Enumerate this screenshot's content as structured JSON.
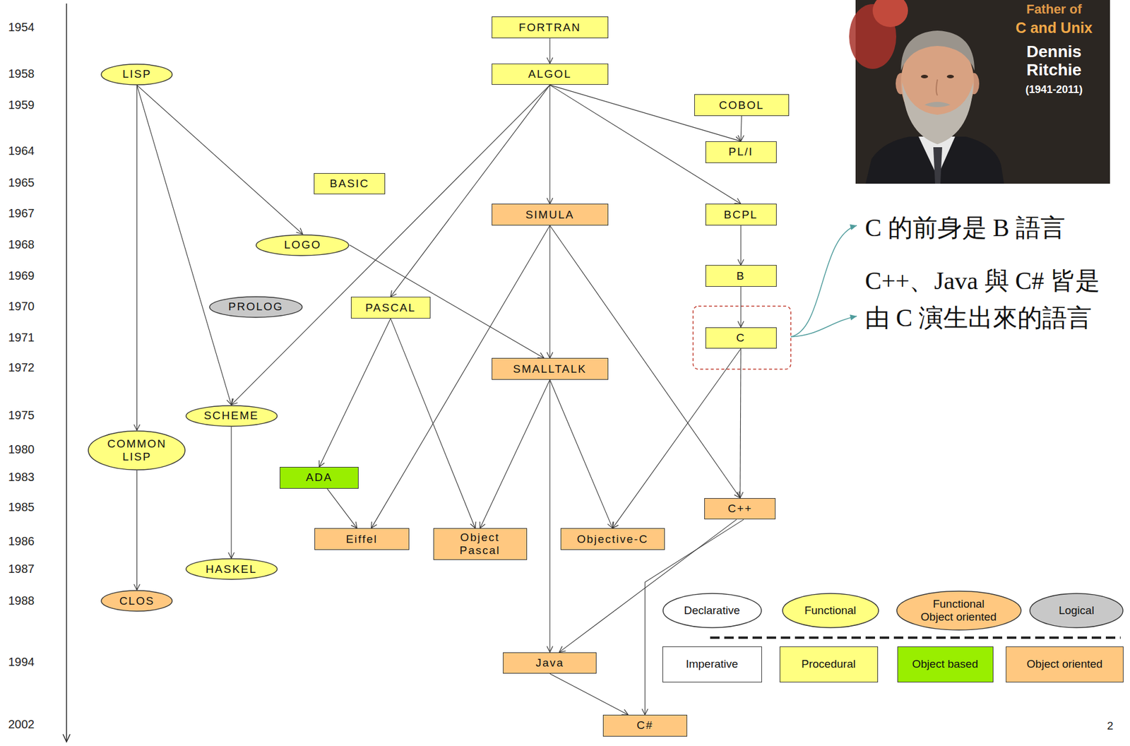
{
  "diagram": {
    "nodes": [
      {
        "text": [
          "FORTRAN"
        ]
      },
      {
        "text": [
          "LISP"
        ]
      },
      {
        "text": [
          "ALGOL"
        ]
      },
      {
        "text": [
          "COBOL"
        ]
      },
      {
        "text": [
          "PL/I"
        ]
      },
      {
        "text": [
          "BASIC"
        ]
      },
      {
        "text": [
          "SIMULA"
        ]
      },
      {
        "text": [
          "BCPL"
        ]
      },
      {
        "text": [
          "LOGO"
        ]
      },
      {
        "text": [
          "B"
        ]
      },
      {
        "text": [
          "PROLOG"
        ]
      },
      {
        "text": [
          "PASCAL"
        ]
      },
      {
        "text": [
          "C"
        ]
      },
      {
        "text": [
          "SMALLTALK"
        ]
      },
      {
        "text": [
          "SCHEME"
        ]
      },
      {
        "text": [
          "COMMON LISP"
        ]
      },
      {
        "text": [
          "ADA"
        ]
      },
      {
        "text": [
          "C++"
        ]
      },
      {
        "text": [
          "Eiffel"
        ]
      },
      {
        "text": [
          "Object Pascal"
        ]
      },
      {
        "text": [
          "Objective-C"
        ]
      },
      {
        "text": [
          "HASKEL"
        ]
      },
      {
        "text": [
          "CLOS"
        ]
      },
      {
        "text": [
          "Java"
        ]
      },
      {
        "text": [
          "C#"
        ]
      }
    ],
    "edges": [
      {
        "from": 0,
        "to": 2,
        "arrow": "to"
      },
      {
        "from": 1,
        "to": 8,
        "arrow": "to"
      },
      {
        "from": 1,
        "to": 14,
        "arrow": "to"
      },
      {
        "from": 1,
        "to": 15,
        "arrow": "to"
      },
      {
        "from": 2,
        "to": 6,
        "arrow": "to"
      },
      {
        "from": 2,
        "to": 4,
        "arrow": "to"
      },
      {
        "from": 3,
        "to": 4,
        "arrow": "to"
      },
      {
        "from": 2,
        "to": 7,
        "arrow": "to"
      },
      {
        "from": 2,
        "to": 11,
        "arrow": "to"
      },
      {
        "from": 2,
        "to": 14,
        "arrow": "to"
      },
      {
        "from": 7,
        "to": 9,
        "arrow": "to"
      },
      {
        "from": 9,
        "to": 12,
        "arrow": "to"
      },
      {
        "from": 8,
        "to": 13,
        "arrow": "to"
      },
      {
        "from": 6,
        "to": 13,
        "arrow": "to"
      },
      {
        "from": 6,
        "to": 18,
        "arrow": "to"
      },
      {
        "from": 6,
        "to": 17,
        "arrow": "to"
      },
      {
        "from": 11,
        "to": 16,
        "arrow": "to"
      },
      {
        "from": 11,
        "to": 19,
        "arrow": "to"
      },
      {
        "from": 12,
        "to": 20,
        "arrow": "to"
      },
      {
        "from": 12,
        "to": 17,
        "arrow": "to"
      },
      {
        "from": 13,
        "to": 19,
        "arrow": "to"
      },
      {
        "from": 13,
        "to": 20,
        "arrow": "to"
      },
      {
        "from": 13,
        "to": 23,
        "arrow": "to"
      },
      {
        "from": 16,
        "to": 18,
        "arrow": "to"
      },
      {
        "from": 14,
        "to": 21,
        "arrow": "to"
      },
      {
        "from": 15,
        "to": 22,
        "arrow": "to"
      },
      {
        "from": 17,
        "to": 23,
        "arrow": "to"
      },
      {
        "from": 17,
        "to": 24,
        "arrow": "to"
      },
      {
        "from": 23,
        "to": 24,
        "arrow": "to"
      }
    ],
    "labels": [
      "1954",
      "1958",
      "1959",
      "1964",
      "1965",
      "1967",
      "1968",
      "1969",
      "1970",
      "1971",
      "1972",
      "1975",
      "1980",
      "1983",
      "1985",
      "1986",
      "1987",
      "1988",
      "1994",
      "2002",
      "Father of",
      "C and Unix",
      "Dennis Ritchie",
      "(1941-2011)",
      "C 的前身是 B 語言",
      "C++、Java 與 C# 皆是由 C 演生出來的語言",
      "2"
    ],
    "legend": [
      {
        "text": "Declarative",
        "color": "#ffffff"
      },
      {
        "text": "Functional",
        "color": "#ffff80"
      },
      {
        "text": "Functional Object oriented",
        "color": "#ffc880"
      },
      {
        "text": "Logical",
        "color": "#c8c8c8"
      },
      {
        "text": "Imperative",
        "color": "#ffffff"
      },
      {
        "text": "Procedural",
        "color": "#ffff80"
      },
      {
        "text": "Object based",
        "color": "#99ee00"
      },
      {
        "text": "Object oriented",
        "color": "#ffc880"
      }
    ]
  }
}
